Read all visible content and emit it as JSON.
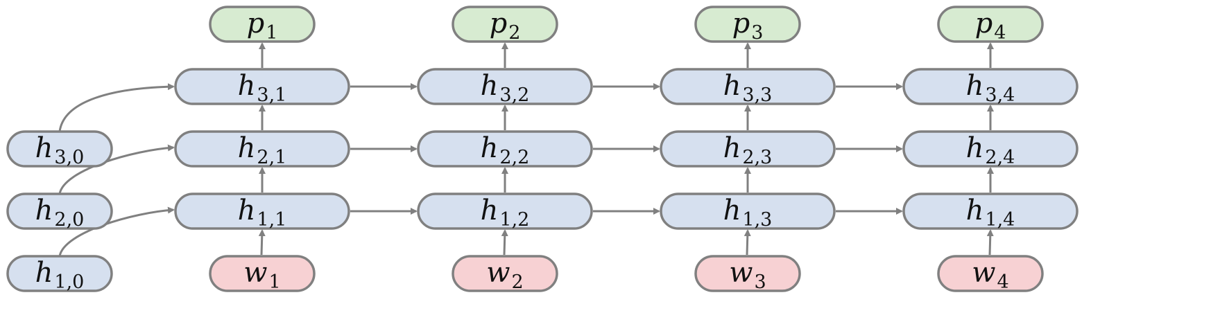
{
  "diagram": {
    "type": "stacked recurrent network",
    "layers": 3,
    "steps": 4,
    "colors": {
      "hidden_fill": "#d6e0ef",
      "output_fill": "#d7ebd1",
      "input_fill": "#f7d1d3",
      "stroke": "#808080",
      "text": "#111111"
    },
    "initial_states": [
      {
        "name": "h",
        "sub": "1,0"
      },
      {
        "name": "h",
        "sub": "2,0"
      },
      {
        "name": "h",
        "sub": "3,0"
      }
    ],
    "columns": [
      {
        "input": {
          "name": "w",
          "sub": "1"
        },
        "hidden": [
          {
            "name": "h",
            "sub": "1,1"
          },
          {
            "name": "h",
            "sub": "2,1"
          },
          {
            "name": "h",
            "sub": "3,1"
          }
        ],
        "output": {
          "name": "p",
          "sub": "1"
        }
      },
      {
        "input": {
          "name": "w",
          "sub": "2"
        },
        "hidden": [
          {
            "name": "h",
            "sub": "1,2"
          },
          {
            "name": "h",
            "sub": "2,2"
          },
          {
            "name": "h",
            "sub": "3,2"
          }
        ],
        "output": {
          "name": "p",
          "sub": "2"
        }
      },
      {
        "input": {
          "name": "w",
          "sub": "3"
        },
        "hidden": [
          {
            "name": "h",
            "sub": "1,3"
          },
          {
            "name": "h",
            "sub": "2,3"
          },
          {
            "name": "h",
            "sub": "3,3"
          }
        ],
        "output": {
          "name": "p",
          "sub": "3"
        }
      },
      {
        "input": {
          "name": "w",
          "sub": "4"
        },
        "hidden": [
          {
            "name": "h",
            "sub": "1,4"
          },
          {
            "name": "h",
            "sub": "2,4"
          },
          {
            "name": "h",
            "sub": "3,4"
          }
        ],
        "output": {
          "name": "p",
          "sub": "4"
        }
      }
    ]
  }
}
